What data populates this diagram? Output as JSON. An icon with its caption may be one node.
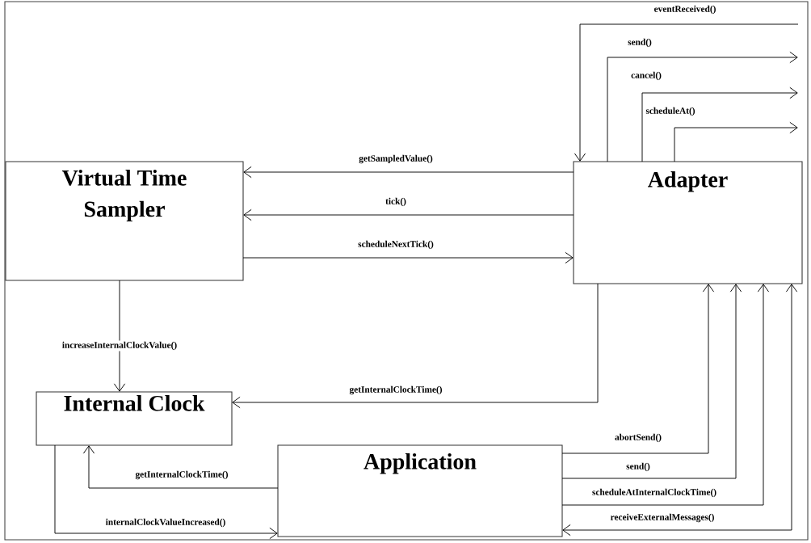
{
  "diagram": {
    "nodes": [
      {
        "text": [
          "Virtual Time Sampler"
        ]
      },
      {
        "text": [
          "Adapter"
        ]
      },
      {
        "text": [
          "Internal Clock"
        ]
      },
      {
        "text": [
          "Application"
        ]
      }
    ],
    "edges": [
      {
        "from": 1,
        "to": 0,
        "arrow": "to",
        "label": "getSampledValue()"
      },
      {
        "from": 1,
        "to": 0,
        "arrow": "to",
        "label": "tick()"
      },
      {
        "from": 0,
        "to": 1,
        "arrow": "to",
        "label": "scheduleNextTick()"
      },
      {
        "from": 0,
        "to": 2,
        "arrow": "to",
        "label": "increaseInternalClockValue()"
      },
      {
        "from": 1,
        "to": 2,
        "arrow": "to",
        "label": "getInternalClockTime()"
      },
      {
        "from": 3,
        "to": 2,
        "arrow": "to",
        "label": "getInternalClockTime()"
      },
      {
        "from": 2,
        "to": 3,
        "arrow": "to",
        "label": "internalClockValueIncreased()"
      },
      {
        "from": 3,
        "to": 1,
        "arrow": "to",
        "label": "abortSend()"
      },
      {
        "from": 3,
        "to": 1,
        "arrow": "to",
        "label": "send()"
      },
      {
        "from": 3,
        "to": 1,
        "arrow": "to",
        "label": "scheduleAtInternalClockTime()"
      },
      {
        "from": 1,
        "to": 3,
        "arrow": "both",
        "label": "receiveExternalMessages()"
      },
      {
        "from": null,
        "to": 1,
        "arrow": "to",
        "label": "eventReceived()"
      },
      {
        "from": 1,
        "to": null,
        "arrow": "to",
        "label": "send()"
      },
      {
        "from": 1,
        "to": null,
        "arrow": "to",
        "label": "cancel()"
      },
      {
        "from": 1,
        "to": null,
        "arrow": "to",
        "label": "scheduleAt()"
      }
    ]
  }
}
